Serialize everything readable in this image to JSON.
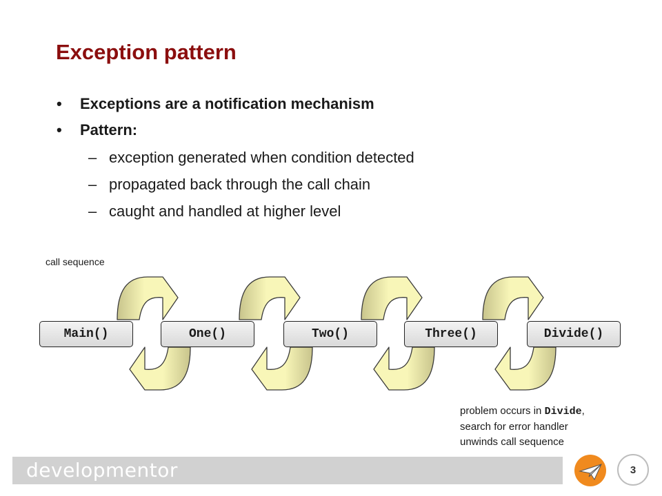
{
  "title": "Exception pattern",
  "bullets": [
    {
      "text": "Exceptions are a notification mechanism"
    },
    {
      "text": "Pattern:",
      "subitems": [
        "exception generated when condition detected",
        "propagated back through the call chain",
        "caught and handled at higher level"
      ]
    }
  ],
  "bullet_glyph": "•",
  "dash_glyph": "–",
  "diagram": {
    "caption": "call sequence",
    "functions": [
      "Main()",
      "One()",
      "Two()",
      "Three()",
      "Divide()"
    ],
    "note": {
      "prefix": "problem occurs in ",
      "code": "Divide",
      "suffix": ",",
      "line2": "search for error handler",
      "line3": "unwinds call sequence"
    },
    "colors": {
      "arrow_light": "#f8f6b8",
      "arrow_dark": "#c8c48c"
    }
  },
  "footer": {
    "brand": "developmentor",
    "page": "3",
    "logo_icon": "paper-plane-icon",
    "logo_color": "#f08a1e"
  }
}
